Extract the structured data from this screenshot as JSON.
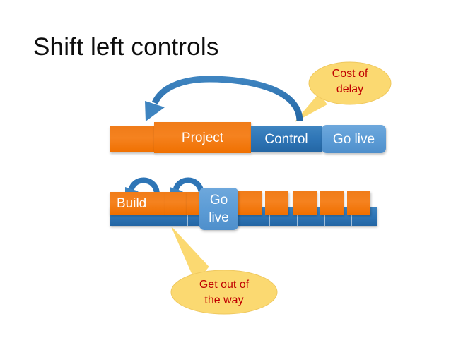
{
  "slide": {
    "title": "Shift left controls",
    "background_color": "#FFFFFF",
    "title_color": "#0D0D0D"
  },
  "palette": {
    "orange": "#F5821F",
    "blue": "#2E75B6",
    "light_blue": "#5B9BD5",
    "callout_fill": "#FBD971",
    "callout_stroke": "#E8C25A",
    "callout_text": "#C00000",
    "arrow_blue": "#2E75B6"
  },
  "row_traditional": {
    "name": "traditional-timeline",
    "segments": [
      {
        "label": "",
        "color": "orange"
      },
      {
        "label": "Project",
        "color": "orange"
      },
      {
        "label": "Control",
        "color": "blue"
      },
      {
        "label": "Go live",
        "color": "light_blue"
      }
    ]
  },
  "row_shifted": {
    "name": "shift-left-timeline",
    "labels": {
      "build": "Build",
      "go_live_line1": "Go",
      "go_live_line2": "live"
    },
    "iteration_block_count": 6
  },
  "callouts": [
    {
      "id": "cost-of-delay",
      "line1": "Cost of",
      "line2": "delay",
      "text": "Cost of delay"
    },
    {
      "id": "get-out-of-the-way",
      "line1": "Get out of",
      "line2": "the way",
      "text": "Get out of the way"
    }
  ],
  "arrows": {
    "big_shift_left": "control-to-project-arrow",
    "small_loop_1": "build-loop-arrow-1",
    "small_loop_2": "build-loop-arrow-2"
  }
}
